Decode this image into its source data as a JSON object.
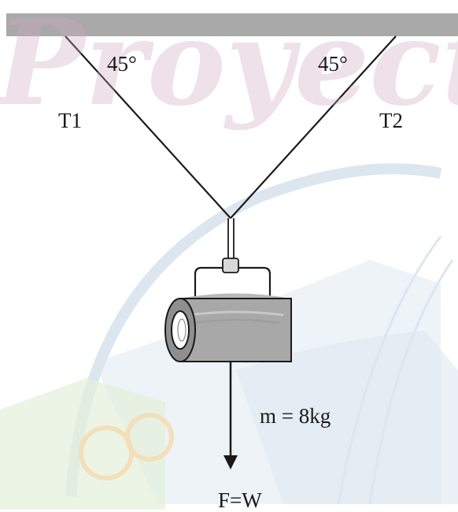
{
  "watermark": {
    "text": "Proyecto"
  },
  "labels": {
    "angle_left": "45°",
    "angle_right": "45°",
    "tension_left": "T1",
    "tension_right": "T2",
    "mass": "m = 8kg",
    "force": "F=W"
  },
  "colors": {
    "ceiling": "#a9a9a9",
    "rope": "#1a1a1a",
    "weight_body": "#a8a8a8",
    "watermark_blue": "#d6e2ee",
    "watermark_pink": "#e6c4d2"
  }
}
